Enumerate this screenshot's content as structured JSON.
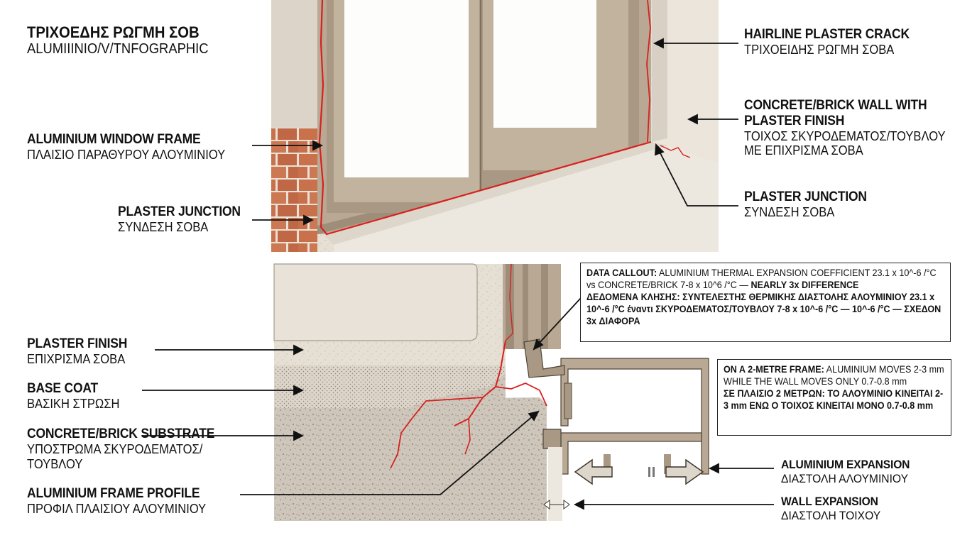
{
  "title": {
    "line1": "ΤΡΙΧΟΕΔΗΣ ΡΩΓΜΗ ΣΟΒ",
    "line2": "ALUMIIINIO/V/TNFOGRAPHIC"
  },
  "top_labels": {
    "hairline_crack": {
      "en": "HAIRLINE PLASTER CRACK",
      "gr": "ΤΡΙΧΟΕΙΔΗΣ ΡΩΓΜΗ ΣΟΒΑ"
    },
    "wall": {
      "en1": "CONCRETE/BRICK WALL WITH",
      "en2": "PLASTER FINISH",
      "gr1": "ΤΟΙΧΟΣ ΣΚΥΡΟΔΕΜΑΤΟΣ/ΤΟΥΒΛΟΥ",
      "gr2": "ΜΕ ΕΠΙΧΡΙΣΜΑ ΣΟΒΑ"
    },
    "plaster_junction_right": {
      "en": "PLASTER JUNCTION",
      "gr": "ΣΥΝΔΕΣΗ ΣΟΒΑ"
    },
    "window_frame": {
      "en": "ALUMINIUM WINDOW FRAME",
      "gr": "ΠΛΑΙΣΙΟ ΠΑΡΑΘΥΡΟΥ ΑΛΟΥΜΙΝΙΟΥ"
    },
    "plaster_junction_left": {
      "en": "PLASTER JUNCTION",
      "gr": "ΣΥΝΔΕΣΗ ΣΟΒΑ"
    }
  },
  "section_labels": {
    "plaster_finish": {
      "en": "PLASTER FINISH",
      "gr": "ΕΠΙΧΡΙΣΜΑ ΣΟΒΑ"
    },
    "base_coat": {
      "en": "BASE COAT",
      "gr": "ΒΑΣΙΚΗ ΣΤΡΩΣΗ"
    },
    "substrate": {
      "en": "CONCRETE/BRICK SUBSTRATE",
      "gr1": "ΥΠΟΣΤΡΩΜΑ ΣΚΥΡΟΔΕΜΑΤΟΣ/",
      "gr2": "ΤΟΥΒΛΟΥ"
    },
    "frame_profile": {
      "en": "ALUMINIUM FRAME PROFILE",
      "gr": "ΠΡΟΦΙΛ ΠΛΑΙΣΙΟΥ ΑΛΟΥΜΙΝΙΟΥ"
    },
    "aluminium_expansion": {
      "en": "ALUMINIUM EXPANSION",
      "gr": "ΔΙΑΣΤΟΛΗ ΑΛΟΥΜΙΝΙΟΥ"
    },
    "wall_expansion": {
      "en": "WALL EXPANSION",
      "gr": "ΔΙΑΣΤΟΛΗ ΤΟΙΧΟΥ"
    }
  },
  "data_callout": {
    "en_head": "DATA CALLOUT:",
    "en_body": " ALUMINIUM THERMAL EXPANSION COEFFICIENT 23.1 x 10^-6 /°C vs CONCRETE/BRICK 7-8 x 10^6 /°C — ",
    "en_emph": "NEARLY 3x DIFFERENCE",
    "gr": "ΔΕΔΟΜΕΝΑ ΚΛΗΣΗΣ: ΣΥΝΤΕΛΕΣΤΗΣ ΘΕΡΜΙΚΗΣ ΔΙΑΣΤΟΛΗΣ ΑΛΟΥΜΙΝΙΟΥ 23.1 x 10^-6 /°C έναντι ΣΚΥΡΟΔΕΜΑΤΟΣ/ΤΟΥΒΛΟΥ 7-8 x 10^-6 /°C — 10^-6 /°C — ΣΧΕΔΟΝ 3x ΔΙΑΦΟΡΑ"
  },
  "frame_note": {
    "en_head": "ON A 2-METRE FRAME:",
    "en_body": " ALUMINIUM MOVES 2-3 mm WHILE THE WALL MOVES ONLY 0.7-0.8 mm",
    "gr": "ΣΕ ΠΛΑΙΣΙΟ 2 ΜΕΤΡΩΝ: ΤΟ ΑΛΟΥΜΙΝΙΟ ΚΙΝΕΙΤΑΙ 2-3 mm ΕΝΩ Ο ΤΟΙΧΟΣ ΚΙΝΕΙΤΑΙ ΜΟΝΟ 0.7-0.8 mm"
  },
  "colors": {
    "crack": "#d8201e",
    "aluminium": "#b9a994",
    "aluminium_dark": "#8a7a68",
    "plaster": "#e9e3da",
    "concrete": "#cfc6bb",
    "brick": "#c9714a"
  }
}
